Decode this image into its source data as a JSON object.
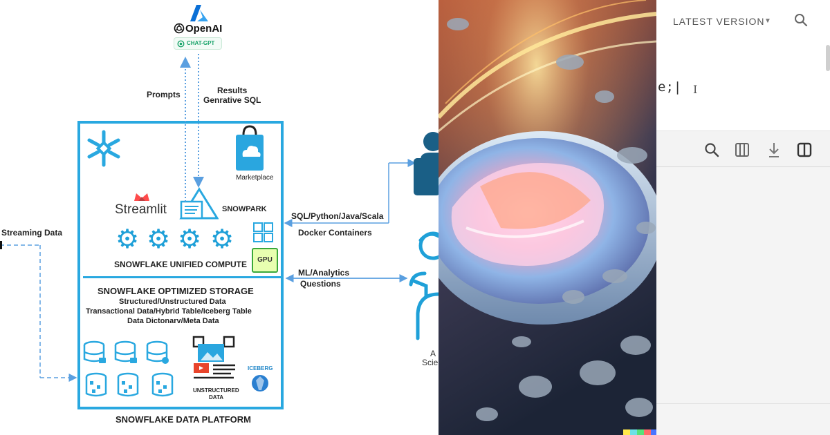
{
  "diagram": {
    "openai_label": "OpenAI",
    "chatgpt_label": "CHAT-GPT",
    "prompts_label": "Prompts",
    "results_line1": "Results",
    "results_line2": "Genrative SQL",
    "marketplace_label": "Marketplace",
    "streamlit_label": "Streamlit",
    "snowpark_label": "SNOWPARK",
    "gpu_label": "GPU",
    "compute_label": "SNOWFLAKE UNIFIED COMPUTE",
    "storage_title": "SNOWFLAKE OPTIMIZED STORAGE",
    "storage_lines": [
      "Structured/Unstructured Data",
      "Transactional Data/Hybrid Table/Iceberg Table",
      "Data Dictonarv/Meta Data"
    ],
    "unstructured_line1": "UNSTRUCTURED",
    "unstructured_line2": "DATA",
    "iceberg_label": "ICEBERG",
    "platform_label": "SNOWFLAKE DATA PLATFORM",
    "streaming_label": "Streaming Data",
    "languages_label": "SQL/Python/Java/Scala",
    "docker_label": "Docker Containers",
    "ml_line1": "ML/Analytics",
    "ml_line2": "Questions",
    "partial_line1": "A",
    "partial_line2": "Scie",
    "colors": {
      "snowflake_blue": "#29a8e0",
      "icon_blue": "#1fa0d8",
      "arrow_blue": "#5a9fe0",
      "streamlit_red": "#ff4b4b",
      "azure_blue": "#0a6fd6",
      "openai_green": "#19a36a"
    }
  },
  "ui": {
    "version_label": "LATEST VERSION",
    "editor_text": "e;|",
    "icons": [
      "search-icon",
      "columns-icon",
      "download-icon",
      "split-view-icon",
      "chevron-down-icon",
      "text-cursor-icon"
    ]
  }
}
